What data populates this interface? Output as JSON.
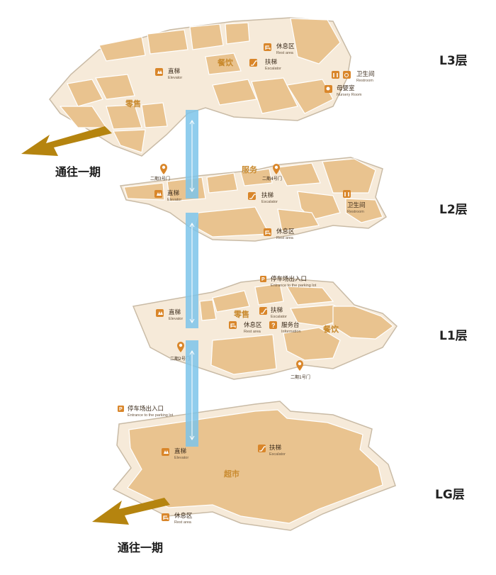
{
  "colors": {
    "floor_fill": "#f6ead9",
    "shop_fill": "#e9c38f",
    "shop_stroke": "#ffffff",
    "outline": "#c9bba6",
    "accent": "#d9862a",
    "elevator_shaft": "#7cc4ea",
    "exit_arrow": "#b5840f",
    "text_dark": "#222222"
  },
  "floors": [
    {
      "name": "L3层",
      "zones": {
        "dining": "餐饮",
        "retail": "零售"
      },
      "pois": {
        "rest": {
          "icon": "rest-area-icon",
          "cn": "休息区",
          "en": "Rest area"
        },
        "escalator": {
          "icon": "escalator-icon",
          "cn": "扶梯",
          "en": "Escalator"
        },
        "elevator": {
          "icon": "elevator-icon",
          "cn": "直梯",
          "en": "Elevator"
        },
        "restroom": {
          "icon": "restroom-icon",
          "cn": "卫生间",
          "en": "Restroom"
        },
        "nursery": {
          "icon": "nursery-room-icon",
          "cn": "母婴室",
          "en": "Nursery Room"
        }
      }
    },
    {
      "name": "L2层",
      "zones": {
        "service": "服务"
      },
      "gates": [
        "二期3号门",
        "二期4号门"
      ],
      "pois": {
        "elevator": {
          "icon": "elevator-icon",
          "cn": "直梯",
          "en": "Elevator"
        },
        "escalator": {
          "icon": "escalator-icon",
          "cn": "扶梯",
          "en": "Escalator"
        },
        "restroom": {
          "icon": "restroom-icon",
          "cn": "卫生间",
          "en": "Restroom"
        },
        "rest": {
          "icon": "rest-area-icon",
          "cn": "休息区",
          "en": "Rest area"
        }
      }
    },
    {
      "name": "L1层",
      "zones": {
        "retail": "零售",
        "dining": "餐饮"
      },
      "gates": [
        "二期2号门",
        "二期1号门"
      ],
      "pois": {
        "parking": {
          "icon": "parking-icon",
          "cn": "停车场出入口",
          "en": "Entrance to the parking lot"
        },
        "elevator": {
          "icon": "elevator-icon",
          "cn": "直梯",
          "en": "Elevator"
        },
        "escalator": {
          "icon": "escalator-icon",
          "cn": "扶梯",
          "en": "Escalator"
        },
        "rest": {
          "icon": "rest-area-icon",
          "cn": "休息区",
          "en": "Rest area"
        },
        "info": {
          "icon": "information-icon",
          "cn": "服务台",
          "en": "Information"
        }
      }
    },
    {
      "name": "LG层",
      "zones": {
        "supermarket": "超市"
      },
      "pois": {
        "parking": {
          "icon": "parking-icon",
          "cn": "停车场出入口",
          "en": "Entrance to the parking lot"
        },
        "elevator": {
          "icon": "elevator-icon",
          "cn": "直梯",
          "en": "Elevator"
        },
        "escalator": {
          "icon": "escalator-icon",
          "cn": "扶梯",
          "en": "Escalator"
        },
        "rest": {
          "icon": "rest-area-icon",
          "cn": "休息区",
          "en": "Rest area"
        }
      }
    }
  ],
  "exits": [
    "通往一期",
    "通往一期"
  ]
}
